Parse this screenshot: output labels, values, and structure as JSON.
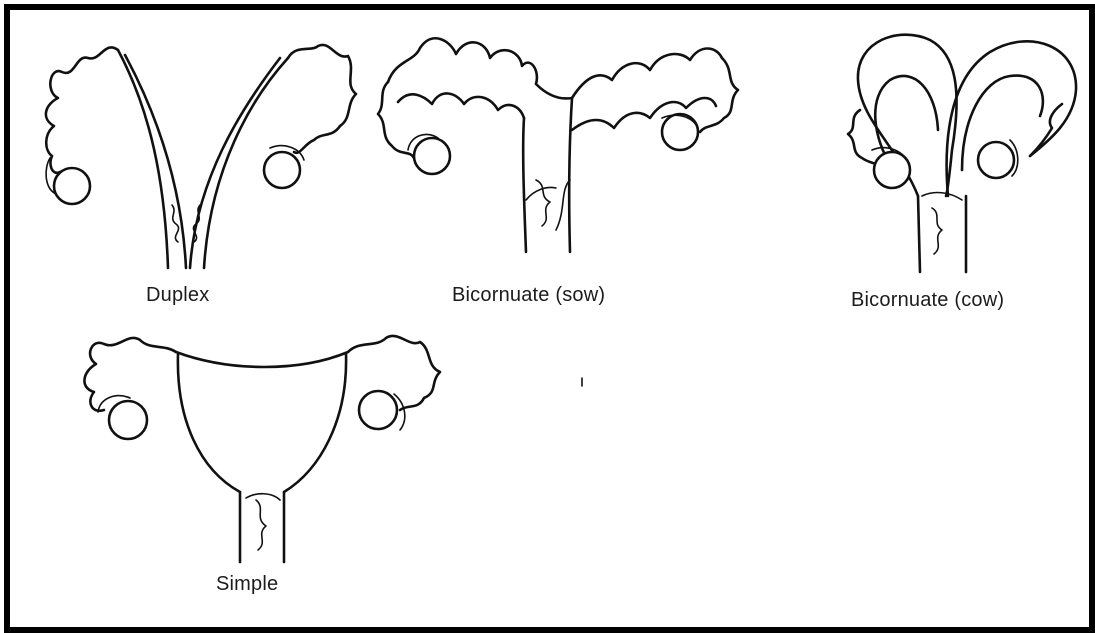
{
  "labels": {
    "duplex": "Duplex",
    "bicornuate_sow": "Bicornuate (sow)",
    "bicornuate_cow": "Bicornuate (cow)",
    "simple": "Simple"
  },
  "colors": {
    "ink": "#111111",
    "frame": "#000000",
    "background": "#ffffff"
  }
}
